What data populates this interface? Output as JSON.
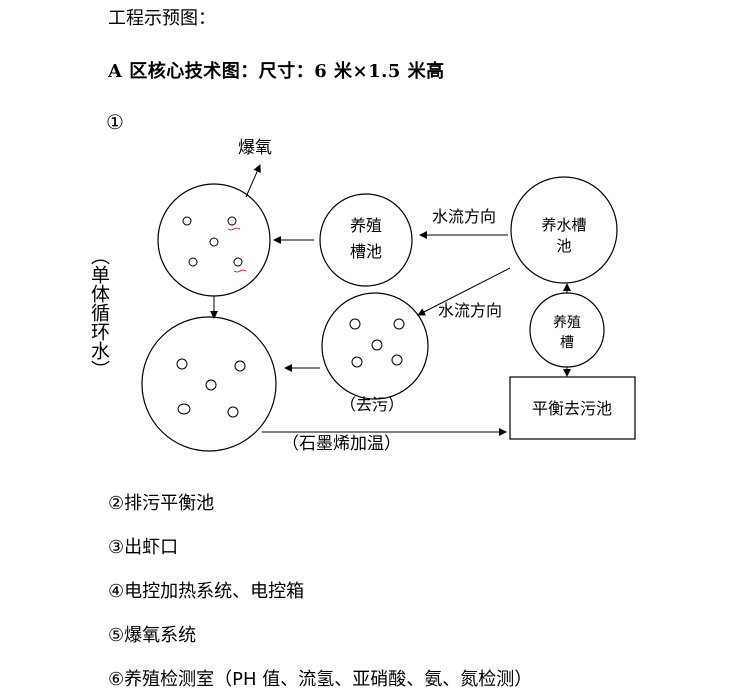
{
  "heading": "工程示预图：",
  "title": "A 区核心技术图：尺寸：6 米×1.5 米高",
  "figure_marker": "①",
  "side_label": "（单体循环水）",
  "diagram": {
    "aeration_label": "爆氧",
    "breeding_pool_label_1": "养殖",
    "breeding_pool_label_2": "槽池",
    "water_tank_label_1": "养水槽",
    "water_tank_label_2": "池",
    "flow_direction_top": "水流方向",
    "flow_direction_mid": "水流方向",
    "small_tank_label_1": "养殖",
    "small_tank_label_2": "槽",
    "decontam_label": "（去污）",
    "balance_pool_label": "平衡去污池",
    "graphene_label": "（石墨烯加温）"
  },
  "list": [
    "②排污平衡池",
    "③出虾口",
    "④电控加热系统、电控箱",
    "⑤爆氧系统",
    "⑥养殖检测室（PH 值、流氢、亚硝酸、氨、氮检测）"
  ]
}
